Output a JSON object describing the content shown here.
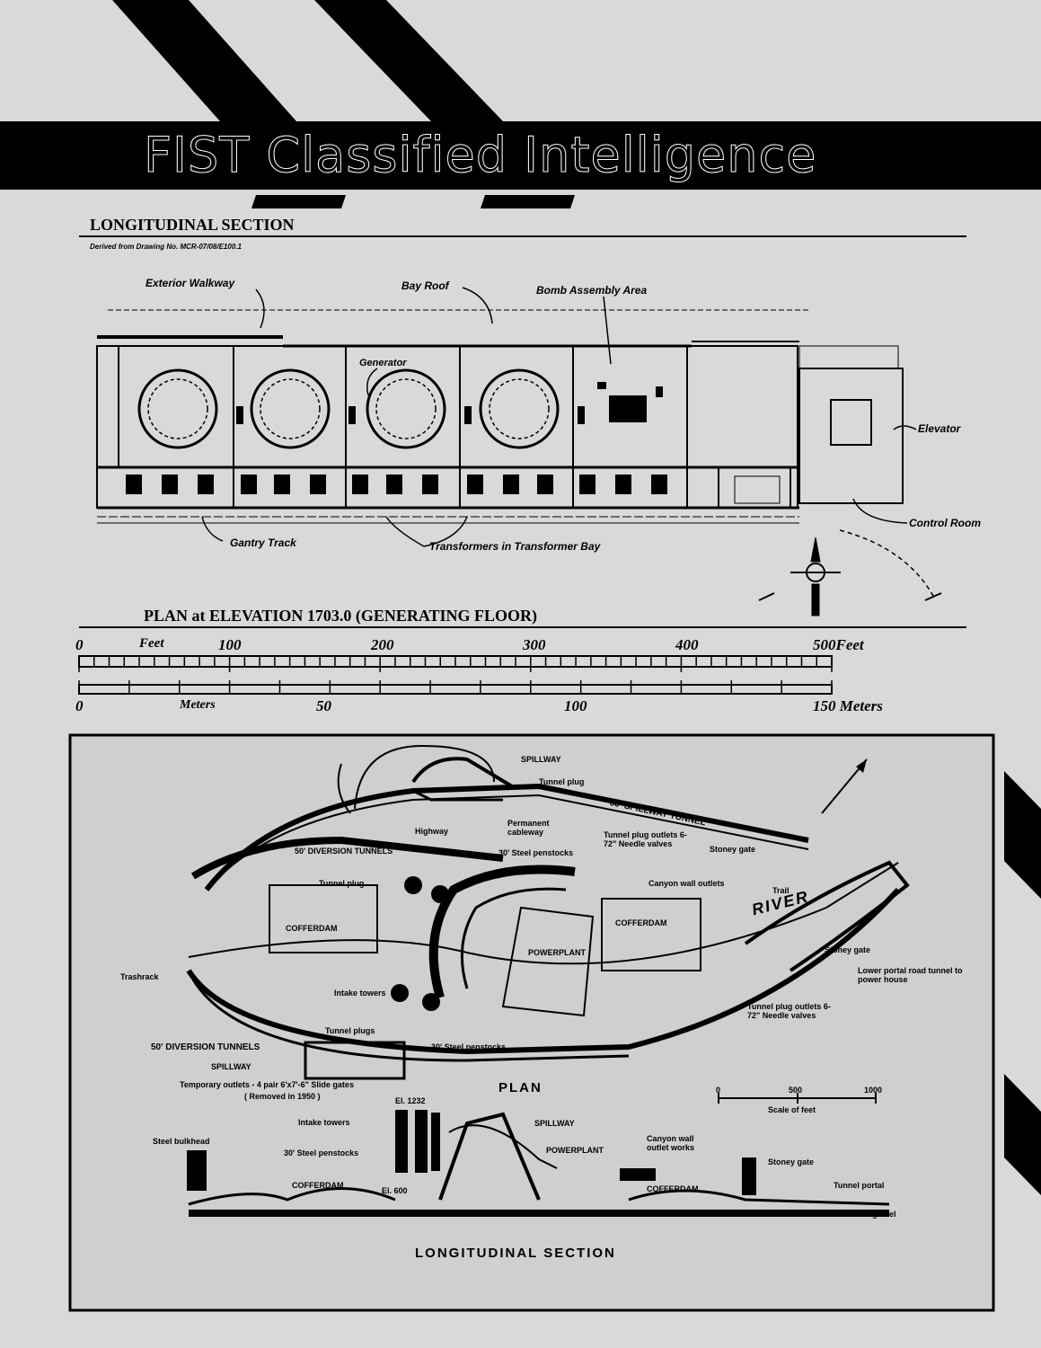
{
  "banner": {
    "title": "FIST Classified Intelligence"
  },
  "section1": {
    "heading": "LONGITUDINAL SECTION",
    "subheading": "Derived from Drawing No. MCR-07/08/E100.1",
    "labels": {
      "exterior_walkway": "Exterior Walkway",
      "bay_roof": "Bay Roof",
      "bomb_assembly": "Bomb Assembly Area",
      "generator": "Generator",
      "elevator": "Elevator",
      "control_room": "Control Room",
      "gantry_track": "Gantry Track",
      "transformers": "Transformers in Transformer Bay"
    }
  },
  "section2": {
    "heading": "PLAN at ELEVATION 1703.0 (GENERATING FLOOR)",
    "feet_scale": {
      "unit_label": "Feet",
      "ticks": [
        "0",
        "100",
        "200",
        "300",
        "400",
        "500Feet"
      ]
    },
    "meter_scale": {
      "unit_label": "Meters",
      "ticks": [
        "0",
        "50",
        "100",
        "150 Meters"
      ]
    }
  },
  "dam_map": {
    "labels": {
      "spillway_top": "SPILLWAY",
      "tunnel_plug_top": "Tunnel plug",
      "spillway_tunnel": "50' SPILLWAY TUNNEL",
      "highway": "Highway",
      "permanent_cableway": "Permanent cableway",
      "steel_penstocks_top": "30' Steel penstocks",
      "tunnel_plug_outlets_top": "Tunnel plug outlets 6-72\" Needle valves",
      "stoney_gate_top": "Stoney gate",
      "diversion_top": "50' DIVERSION TUNNELS",
      "tunnel_plug_mid": "Tunnel plug",
      "canyon_wall_outlets": "Canyon wall outlets",
      "trail": "Trail",
      "river": "RIVER",
      "cofferdam_left": "COFFERDAM",
      "powerplant": "POWERPLANT",
      "cofferdam_right": "COFFERDAM",
      "stoney_gate_right": "Stoney gate",
      "lower_portal": "Lower portal road tunnel to power house",
      "trashrack": "Trashrack",
      "intake_towers": "Intake towers",
      "tunnel_plug_low": "Tunnel plugs",
      "tunnel_plug_outlets_low": "Tunnel plug outlets 6-72\" Needle valves",
      "diversion_low": "50' DIVERSION TUNNELS",
      "steel_penstocks_low": "30' Steel penstocks",
      "spillway_low": "SPILLWAY",
      "temporary_outlets": "Temporary outlets - 4 pair 6'x7'-6\" Slide gates",
      "removed": "( Removed in 1950 )",
      "plan": "PLAN",
      "scale_of_feet": "Scale of feet",
      "scale_ticks": [
        "0",
        "500",
        "1000"
      ],
      "el_1232": "El. 1232",
      "intake_towers_sec": "Intake towers",
      "spillway_sec": "SPILLWAY",
      "steel_bulkhead": "Steel bulkhead",
      "steel_penstocks_sec": "30' Steel penstocks",
      "powerplant_sec": "POWERPLANT",
      "canyon_wall_outlet_works": "Canyon wall outlet works",
      "stoney_gate_sec": "Stoney gate",
      "cofferdam_sec": "COFFERDAM",
      "el_600": "El. 600",
      "cofferdam_sec2": "COFFERDAM",
      "tunnel_portal": "Tunnel portal",
      "sand_gravel": "Sand and gravel",
      "longitudinal_section": "LONGITUDINAL SECTION"
    }
  }
}
